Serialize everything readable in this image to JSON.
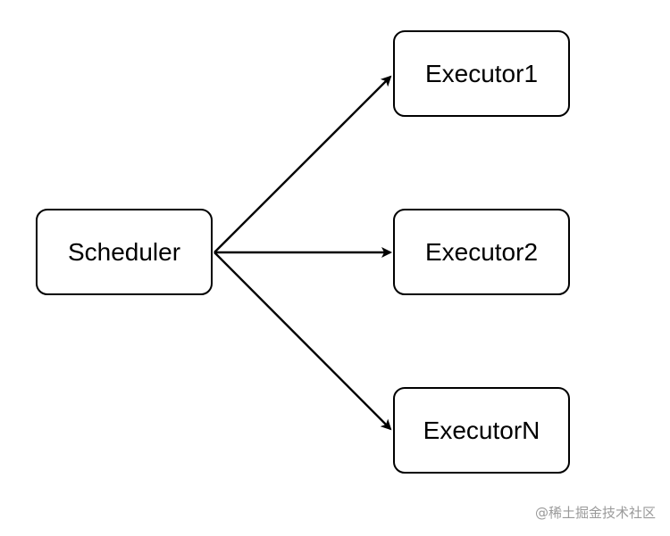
{
  "nodes": {
    "scheduler": "Scheduler",
    "executor1": "Executor1",
    "executor2": "Executor2",
    "executorn": "ExecutorN"
  },
  "watermark": "@稀土掘金技术社区",
  "colors": {
    "stroke": "#000000",
    "background": "#ffffff",
    "watermark": "#9a9a9a"
  }
}
